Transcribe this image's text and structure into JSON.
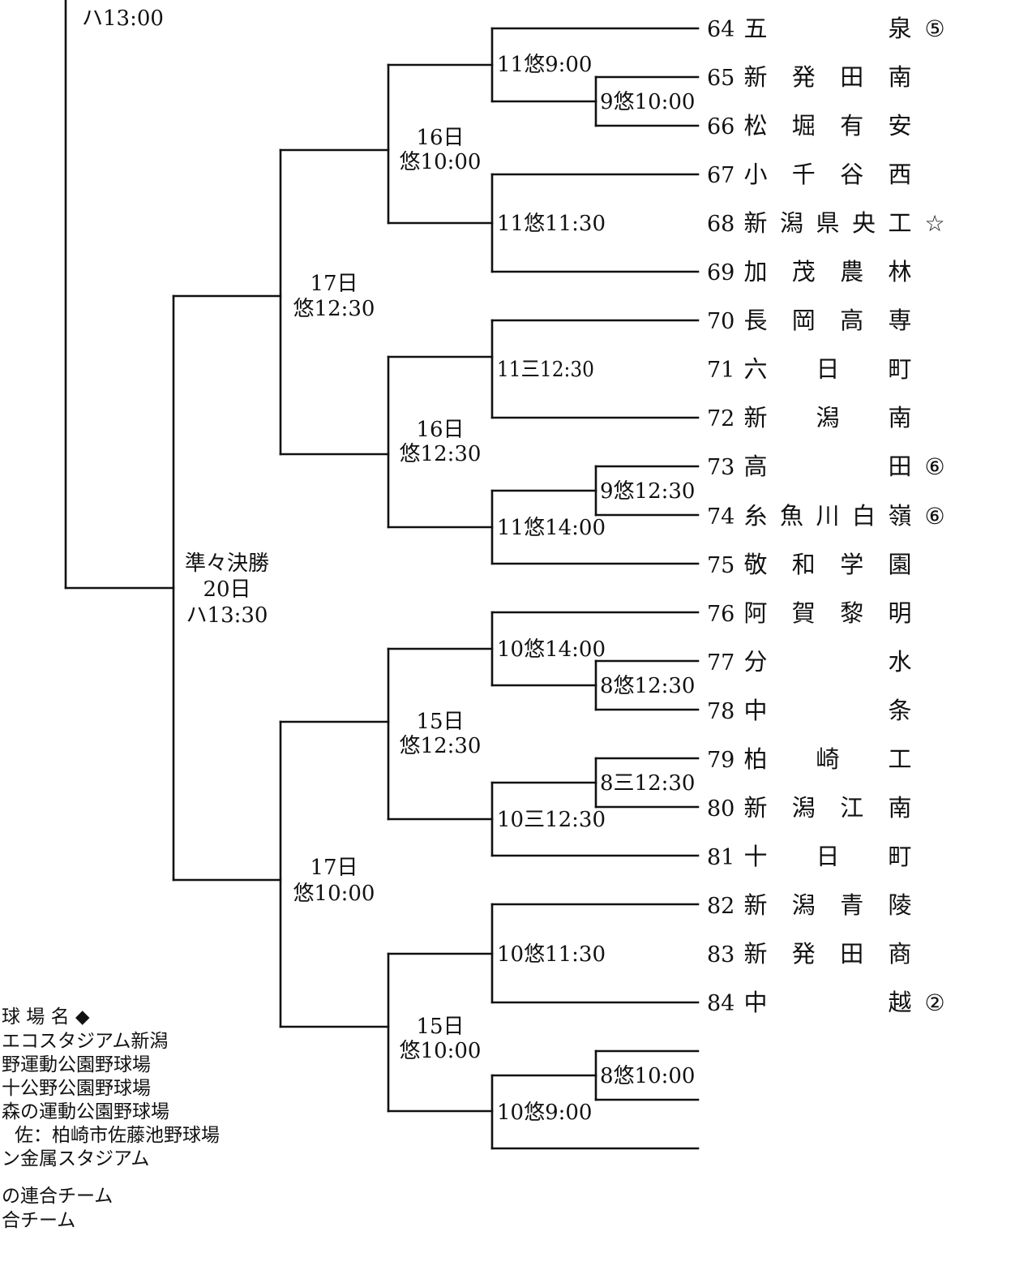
{
  "top_label": "ハ13:00",
  "quarterfinal": {
    "title": "準々決勝",
    "date": "20日",
    "time": "ハ13:30"
  },
  "round4": [
    {
      "date": "17日",
      "time": "悠12:30"
    },
    {
      "date": "17日",
      "time": "悠10:00"
    }
  ],
  "round3": [
    {
      "date": "16日",
      "time": "悠10:00"
    },
    {
      "date": "16日",
      "time": "悠12:30"
    },
    {
      "date": "15日",
      "time": "悠12:30"
    },
    {
      "date": "15日",
      "time": "悠10:00"
    }
  ],
  "round2": [
    "11悠9:00",
    "11悠11:30",
    "11三12:30",
    "11悠14:00",
    "10悠14:00",
    "10三12:30",
    "10悠11:30",
    "10悠9:00"
  ],
  "round1": [
    "9悠10:00",
    "9悠12:30",
    "8悠12:30",
    "8三12:30",
    "8悠10:00"
  ],
  "teams": [
    {
      "num": "64",
      "chars": [
        "五",
        "",
        "",
        "泉"
      ],
      "mark": "⑤"
    },
    {
      "num": "65",
      "chars": [
        "新",
        "発",
        "田",
        "南"
      ],
      "mark": ""
    },
    {
      "num": "66",
      "chars": [
        "松",
        "堀",
        "有",
        "安"
      ],
      "mark": ""
    },
    {
      "num": "67",
      "chars": [
        "小",
        "千",
        "谷",
        "西"
      ],
      "mark": ""
    },
    {
      "num": "68",
      "chars": [
        "新",
        "潟",
        "県",
        "央",
        "工"
      ],
      "mark": "☆"
    },
    {
      "num": "69",
      "chars": [
        "加",
        "茂",
        "農",
        "林"
      ],
      "mark": ""
    },
    {
      "num": "70",
      "chars": [
        "長",
        "岡",
        "高",
        "専"
      ],
      "mark": ""
    },
    {
      "num": "71",
      "chars": [
        "六",
        "",
        "日",
        "",
        "町"
      ],
      "mark": ""
    },
    {
      "num": "72",
      "chars": [
        "新",
        "",
        "潟",
        "",
        "南"
      ],
      "mark": ""
    },
    {
      "num": "73",
      "chars": [
        "高",
        "",
        "",
        "田"
      ],
      "mark": "⑥"
    },
    {
      "num": "74",
      "chars": [
        "糸",
        "魚",
        "川",
        "白",
        "嶺"
      ],
      "mark": "⑥"
    },
    {
      "num": "75",
      "chars": [
        "敬",
        "和",
        "学",
        "園"
      ],
      "mark": ""
    },
    {
      "num": "76",
      "chars": [
        "阿",
        "賀",
        "黎",
        "明"
      ],
      "mark": ""
    },
    {
      "num": "77",
      "chars": [
        "分",
        "",
        "",
        "水"
      ],
      "mark": ""
    },
    {
      "num": "78",
      "chars": [
        "中",
        "",
        "",
        "条"
      ],
      "mark": ""
    },
    {
      "num": "79",
      "chars": [
        "柏",
        "",
        "崎",
        "",
        "工"
      ],
      "mark": ""
    },
    {
      "num": "80",
      "chars": [
        "新",
        "潟",
        "江",
        "南"
      ],
      "mark": ""
    },
    {
      "num": "81",
      "chars": [
        "十",
        "",
        "日",
        "",
        "町"
      ],
      "mark": ""
    },
    {
      "num": "82",
      "chars": [
        "新",
        "潟",
        "青",
        "陵"
      ],
      "mark": ""
    },
    {
      "num": "83",
      "chars": [
        "新",
        "発",
        "田",
        "商"
      ],
      "mark": ""
    },
    {
      "num": "84",
      "chars": [
        "中",
        "",
        "",
        "越"
      ],
      "mark": "②"
    }
  ],
  "legend": {
    "heading": "球 場 名 ◆",
    "lines": [
      "エコスタジアム新潟",
      "野運動公園野球場",
      "十公野公園野球場",
      "森の運動公園野球場",
      "佐：柏崎市佐藤池野球場",
      "ン金属スタジアム"
    ],
    "notes": [
      "の連合チーム",
      "合チーム"
    ]
  }
}
